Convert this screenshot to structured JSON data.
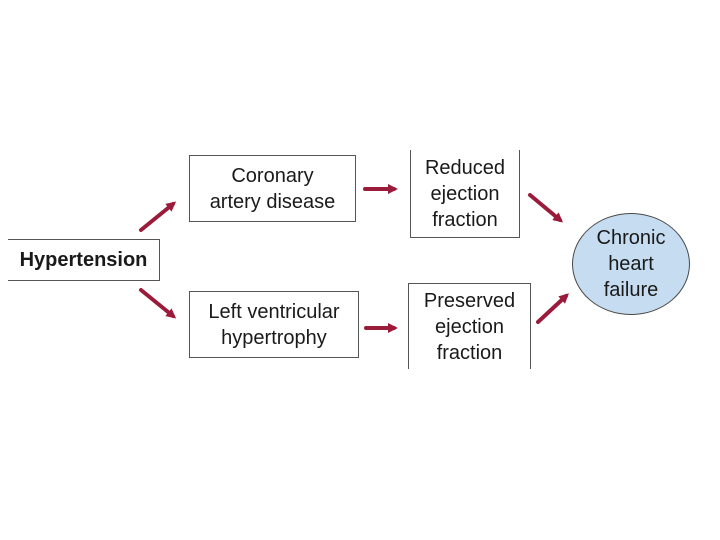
{
  "nodes": {
    "hypertension": "Hypertension",
    "coronary_artery_disease": "Coronary\nartery disease",
    "left_ventricular_hypertrophy": "Left ventricular\nhypertrophy",
    "reduced_ejection_fraction": "Reduced\nejection\nfraction",
    "preserved_ejection_fraction": "Preserved\nejection\nfraction",
    "chronic_heart_failure": "Chronic\nheart\nfailure"
  },
  "colors": {
    "arrow": "#9b1b3a",
    "outcome_fill": "#c6dcf0",
    "box_border": "#555555"
  }
}
